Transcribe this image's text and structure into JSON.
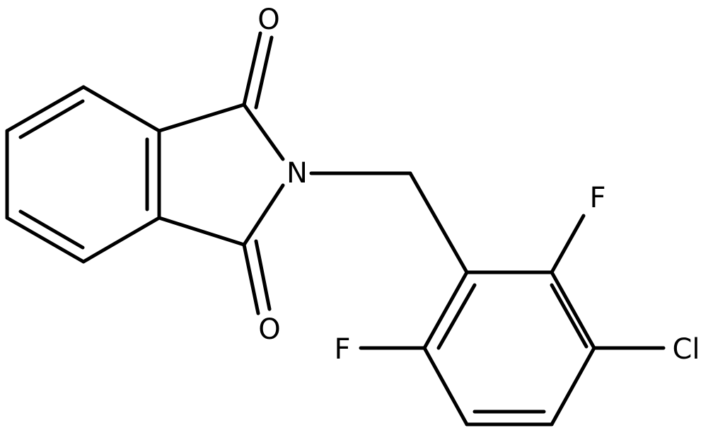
{
  "colors": {
    "background": "#ffffff",
    "ink": "#000000"
  },
  "atoms": {
    "o_top": "O",
    "n": "N",
    "o_bottom": "O",
    "f_top": "F",
    "f_left": "F",
    "cl": "Cl"
  }
}
